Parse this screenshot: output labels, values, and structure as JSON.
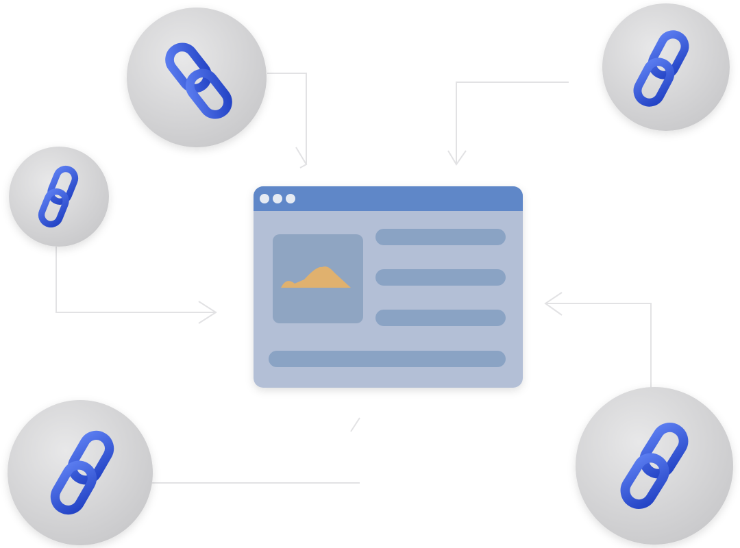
{
  "scene": {
    "background": "#ffffff",
    "circle_color": "#d9d9da",
    "chain_color": "#3355d8",
    "chain_highlight": "#5b7df0",
    "connector_color": "#e2e2e4",
    "window": {
      "frame_color": "#b3bfd6",
      "titlebar_color": "#5f87c8",
      "bar_color": "#8aa3c4",
      "image_tile_color": "#8fa5c2",
      "mountain_color": "#e0b16e",
      "dot_color": "#e6ebf3"
    },
    "link_nodes": [
      {
        "name": "link-node-top-left",
        "icon": "chain-link-icon"
      },
      {
        "name": "link-node-top-right",
        "icon": "chain-link-icon"
      },
      {
        "name": "link-node-middle-left",
        "icon": "chain-link-icon"
      },
      {
        "name": "link-node-bottom-left",
        "icon": "chain-link-icon"
      },
      {
        "name": "link-node-bottom-right",
        "icon": "chain-link-icon"
      }
    ]
  }
}
